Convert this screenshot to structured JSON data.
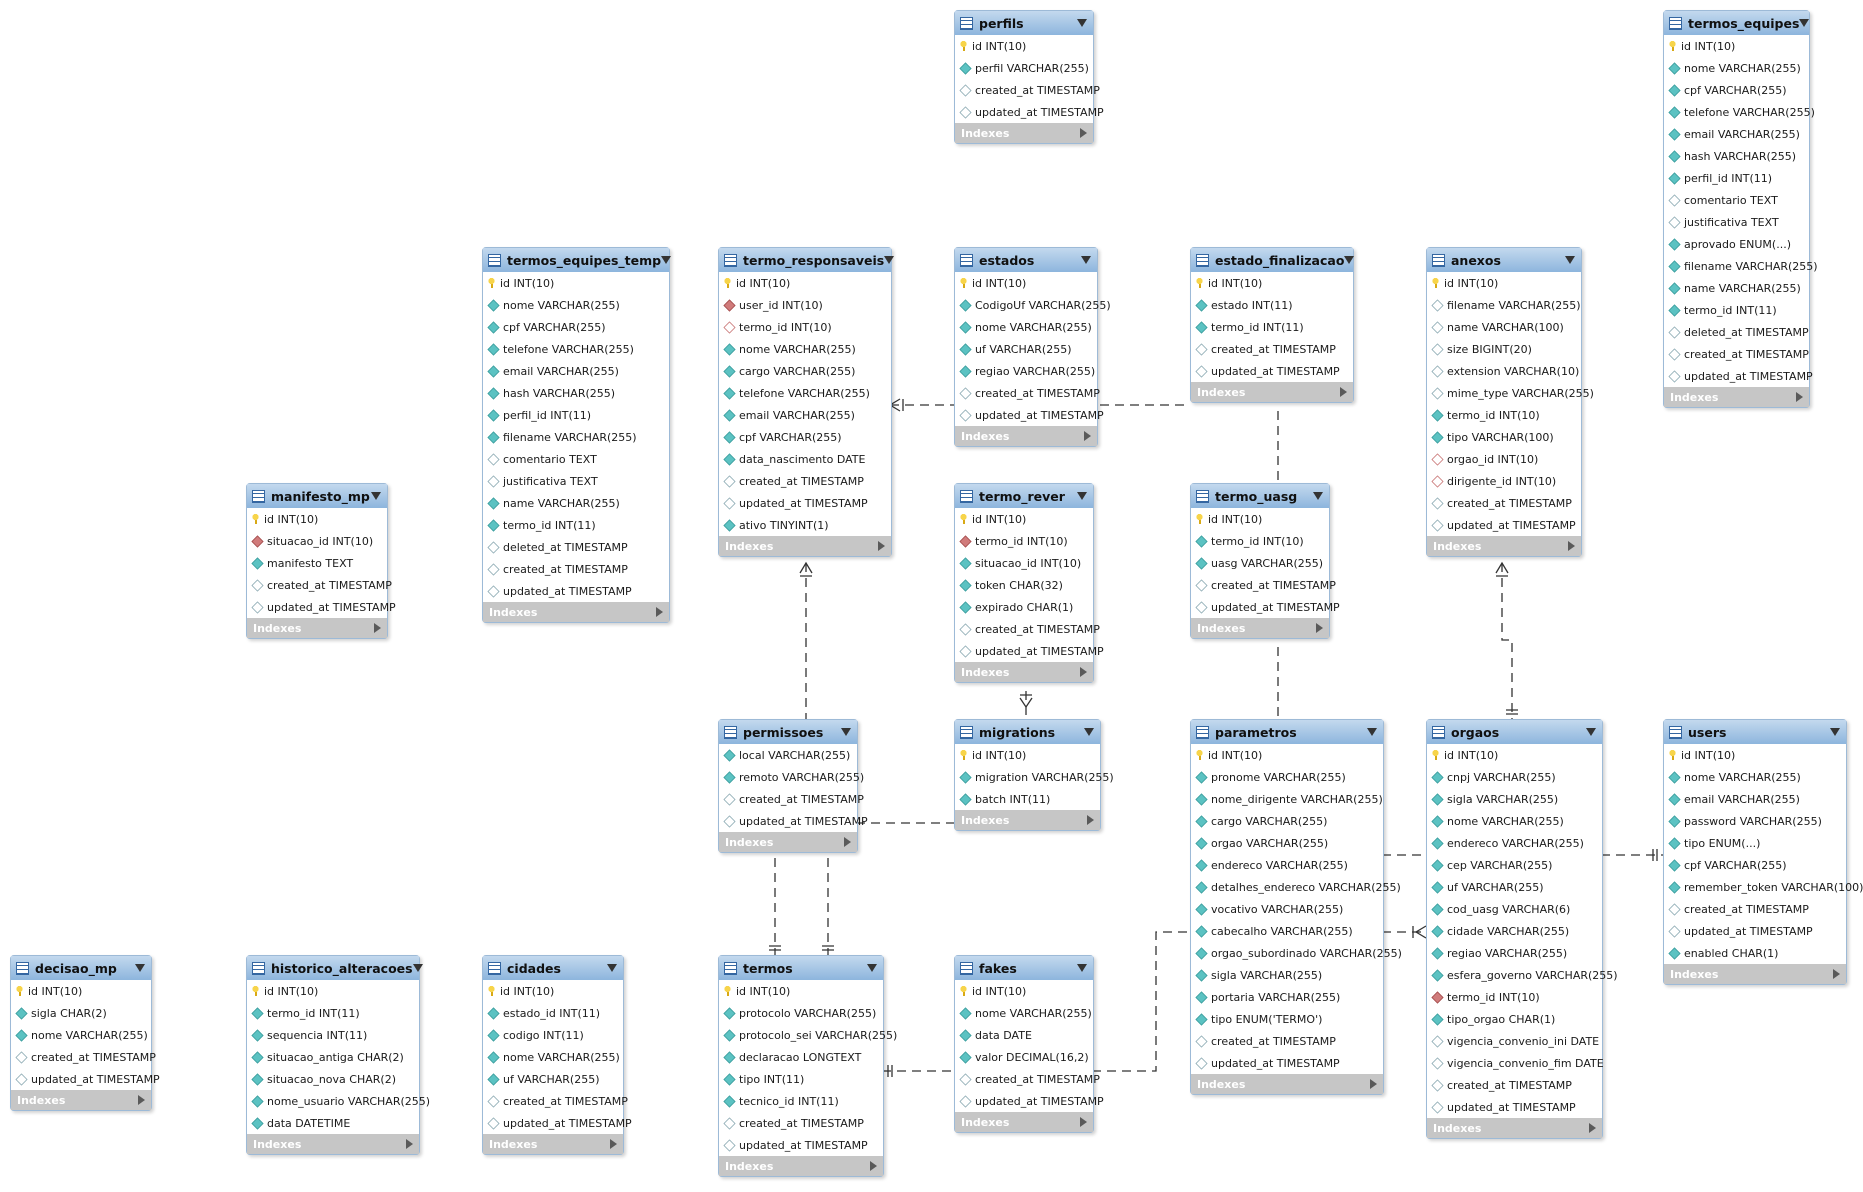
{
  "footer_label": "Indexes",
  "tables": [
    {
      "id": "perfils",
      "name": "perfils",
      "columns": [
        {
          "t": "pk",
          "text": "id INT(10)"
        },
        {
          "t": "nn",
          "text": "perfil VARCHAR(255)"
        },
        {
          "t": "col",
          "text": "created_at TIMESTAMP"
        },
        {
          "t": "col",
          "text": "updated_at TIMESTAMP"
        }
      ]
    },
    {
      "id": "termos_equipes",
      "name": "termos_equipes",
      "columns": [
        {
          "t": "pk",
          "text": "id INT(10)"
        },
        {
          "t": "nn",
          "text": "nome VARCHAR(255)"
        },
        {
          "t": "nn",
          "text": "cpf VARCHAR(255)"
        },
        {
          "t": "nn",
          "text": "telefone VARCHAR(255)"
        },
        {
          "t": "nn",
          "text": "email VARCHAR(255)"
        },
        {
          "t": "nn",
          "text": "hash VARCHAR(255)"
        },
        {
          "t": "nn",
          "text": "perfil_id INT(11)"
        },
        {
          "t": "col",
          "text": "comentario TEXT"
        },
        {
          "t": "col",
          "text": "justificativa TEXT"
        },
        {
          "t": "nn",
          "text": "aprovado ENUM(...)"
        },
        {
          "t": "nn",
          "text": "filename VARCHAR(255)"
        },
        {
          "t": "nn",
          "text": "name VARCHAR(255)"
        },
        {
          "t": "nn",
          "text": "termo_id INT(11)"
        },
        {
          "t": "col",
          "text": "deleted_at TIMESTAMP"
        },
        {
          "t": "col",
          "text": "created_at TIMESTAMP"
        },
        {
          "t": "col",
          "text": "updated_at TIMESTAMP"
        }
      ]
    },
    {
      "id": "termos_equipes_temp",
      "name": "termos_equipes_temp",
      "columns": [
        {
          "t": "pk",
          "text": "id INT(10)"
        },
        {
          "t": "nn",
          "text": "nome VARCHAR(255)"
        },
        {
          "t": "nn",
          "text": "cpf VARCHAR(255)"
        },
        {
          "t": "nn",
          "text": "telefone VARCHAR(255)"
        },
        {
          "t": "nn",
          "text": "email VARCHAR(255)"
        },
        {
          "t": "nn",
          "text": "hash VARCHAR(255)"
        },
        {
          "t": "nn",
          "text": "perfil_id INT(11)"
        },
        {
          "t": "nn",
          "text": "filename VARCHAR(255)"
        },
        {
          "t": "col",
          "text": "comentario TEXT"
        },
        {
          "t": "col",
          "text": "justificativa TEXT"
        },
        {
          "t": "nn",
          "text": "name VARCHAR(255)"
        },
        {
          "t": "nn",
          "text": "termo_id INT(11)"
        },
        {
          "t": "col",
          "text": "deleted_at TIMESTAMP"
        },
        {
          "t": "col",
          "text": "created_at TIMESTAMP"
        },
        {
          "t": "col",
          "text": "updated_at TIMESTAMP"
        }
      ]
    },
    {
      "id": "termo_responsaveis",
      "name": "termo_responsaveis",
      "columns": [
        {
          "t": "pk",
          "text": "id INT(10)"
        },
        {
          "t": "fknn",
          "text": "user_id INT(10)"
        },
        {
          "t": "fk",
          "text": "termo_id INT(10)"
        },
        {
          "t": "nn",
          "text": "nome VARCHAR(255)"
        },
        {
          "t": "nn",
          "text": "cargo VARCHAR(255)"
        },
        {
          "t": "nn",
          "text": "telefone VARCHAR(255)"
        },
        {
          "t": "nn",
          "text": "email VARCHAR(255)"
        },
        {
          "t": "nn",
          "text": "cpf VARCHAR(255)"
        },
        {
          "t": "nn",
          "text": "data_nascimento DATE"
        },
        {
          "t": "col",
          "text": "created_at TIMESTAMP"
        },
        {
          "t": "col",
          "text": "updated_at TIMESTAMP"
        },
        {
          "t": "nn",
          "text": "ativo TINYINT(1)"
        }
      ]
    },
    {
      "id": "estados",
      "name": "estados",
      "columns": [
        {
          "t": "pk",
          "text": "id INT(10)"
        },
        {
          "t": "nn",
          "text": "CodigoUf VARCHAR(255)"
        },
        {
          "t": "nn",
          "text": "nome VARCHAR(255)"
        },
        {
          "t": "nn",
          "text": "uf VARCHAR(255)"
        },
        {
          "t": "nn",
          "text": "regiao VARCHAR(255)"
        },
        {
          "t": "col",
          "text": "created_at TIMESTAMP"
        },
        {
          "t": "col",
          "text": "updated_at TIMESTAMP"
        }
      ]
    },
    {
      "id": "estado_finalizacao",
      "name": "estado_finalizacao",
      "columns": [
        {
          "t": "pk",
          "text": "id INT(10)"
        },
        {
          "t": "nn",
          "text": "estado INT(11)"
        },
        {
          "t": "nn",
          "text": "termo_id INT(11)"
        },
        {
          "t": "col",
          "text": "created_at TIMESTAMP"
        },
        {
          "t": "col",
          "text": "updated_at TIMESTAMP"
        }
      ]
    },
    {
      "id": "anexos",
      "name": "anexos",
      "columns": [
        {
          "t": "pk",
          "text": "id INT(10)"
        },
        {
          "t": "col",
          "text": "filename VARCHAR(255)"
        },
        {
          "t": "col",
          "text": "name VARCHAR(100)"
        },
        {
          "t": "col",
          "text": "size BIGINT(20)"
        },
        {
          "t": "col",
          "text": "extension VARCHAR(10)"
        },
        {
          "t": "col",
          "text": "mime_type VARCHAR(255)"
        },
        {
          "t": "nn",
          "text": "termo_id INT(10)"
        },
        {
          "t": "nn",
          "text": "tipo VARCHAR(100)"
        },
        {
          "t": "fk",
          "text": "orgao_id INT(10)"
        },
        {
          "t": "fk",
          "text": "dirigente_id INT(10)"
        },
        {
          "t": "col",
          "text": "created_at TIMESTAMP"
        },
        {
          "t": "col",
          "text": "updated_at TIMESTAMP"
        }
      ]
    },
    {
      "id": "manifesto_mp",
      "name": "manifesto_mp",
      "columns": [
        {
          "t": "pk",
          "text": "id INT(10)"
        },
        {
          "t": "fknn",
          "text": "situacao_id INT(10)"
        },
        {
          "t": "nn",
          "text": "manifesto TEXT"
        },
        {
          "t": "col",
          "text": "created_at TIMESTAMP"
        },
        {
          "t": "col",
          "text": "updated_at TIMESTAMP"
        }
      ]
    },
    {
      "id": "termo_rever",
      "name": "termo_rever",
      "columns": [
        {
          "t": "pk",
          "text": "id INT(10)"
        },
        {
          "t": "fknn",
          "text": "termo_id INT(10)"
        },
        {
          "t": "nn",
          "text": "situacao_id INT(10)"
        },
        {
          "t": "nn",
          "text": "token CHAR(32)"
        },
        {
          "t": "nn",
          "text": "expirado CHAR(1)"
        },
        {
          "t": "col",
          "text": "created_at TIMESTAMP"
        },
        {
          "t": "col",
          "text": "updated_at TIMESTAMP"
        }
      ]
    },
    {
      "id": "termo_uasg",
      "name": "termo_uasg",
      "columns": [
        {
          "t": "pk",
          "text": "id INT(10)"
        },
        {
          "t": "nn",
          "text": "termo_id INT(10)"
        },
        {
          "t": "nn",
          "text": "uasg VARCHAR(255)"
        },
        {
          "t": "col",
          "text": "created_at TIMESTAMP"
        },
        {
          "t": "col",
          "text": "updated_at TIMESTAMP"
        }
      ]
    },
    {
      "id": "permissoes",
      "name": "permissoes",
      "columns": [
        {
          "t": "nn",
          "text": "local VARCHAR(255)"
        },
        {
          "t": "nn",
          "text": "remoto VARCHAR(255)"
        },
        {
          "t": "col",
          "text": "created_at TIMESTAMP"
        },
        {
          "t": "col",
          "text": "updated_at TIMESTAMP"
        }
      ]
    },
    {
      "id": "migrations",
      "name": "migrations",
      "columns": [
        {
          "t": "pk",
          "text": "id INT(10)"
        },
        {
          "t": "nn",
          "text": "migration VARCHAR(255)"
        },
        {
          "t": "nn",
          "text": "batch INT(11)"
        }
      ]
    },
    {
      "id": "parametros",
      "name": "parametros",
      "columns": [
        {
          "t": "pk",
          "text": "id INT(10)"
        },
        {
          "t": "nn",
          "text": "pronome VARCHAR(255)"
        },
        {
          "t": "nn",
          "text": "nome_dirigente VARCHAR(255)"
        },
        {
          "t": "nn",
          "text": "cargo VARCHAR(255)"
        },
        {
          "t": "nn",
          "text": "orgao VARCHAR(255)"
        },
        {
          "t": "nn",
          "text": "endereco VARCHAR(255)"
        },
        {
          "t": "nn",
          "text": "detalhes_endereco VARCHAR(255)"
        },
        {
          "t": "nn",
          "text": "vocativo VARCHAR(255)"
        },
        {
          "t": "nn",
          "text": "cabecalho VARCHAR(255)"
        },
        {
          "t": "nn",
          "text": "orgao_subordinado VARCHAR(255)"
        },
        {
          "t": "nn",
          "text": "sigla VARCHAR(255)"
        },
        {
          "t": "nn",
          "text": "portaria VARCHAR(255)"
        },
        {
          "t": "nn",
          "text": "tipo ENUM('TERMO')"
        },
        {
          "t": "col",
          "text": "created_at TIMESTAMP"
        },
        {
          "t": "col",
          "text": "updated_at TIMESTAMP"
        }
      ]
    },
    {
      "id": "orgaos",
      "name": "orgaos",
      "columns": [
        {
          "t": "pk",
          "text": "id INT(10)"
        },
        {
          "t": "nn",
          "text": "cnpj VARCHAR(255)"
        },
        {
          "t": "nn",
          "text": "sigla VARCHAR(255)"
        },
        {
          "t": "nn",
          "text": "nome VARCHAR(255)"
        },
        {
          "t": "nn",
          "text": "endereco VARCHAR(255)"
        },
        {
          "t": "nn",
          "text": "cep VARCHAR(255)"
        },
        {
          "t": "nn",
          "text": "uf VARCHAR(255)"
        },
        {
          "t": "nn",
          "text": "cod_uasg VARCHAR(6)"
        },
        {
          "t": "nn",
          "text": "cidade VARCHAR(255)"
        },
        {
          "t": "nn",
          "text": "regiao VARCHAR(255)"
        },
        {
          "t": "nn",
          "text": "esfera_governo VARCHAR(255)"
        },
        {
          "t": "fknn",
          "text": "termo_id INT(10)"
        },
        {
          "t": "nn",
          "text": "tipo_orgao CHAR(1)"
        },
        {
          "t": "col",
          "text": "vigencia_convenio_ini DATE"
        },
        {
          "t": "col",
          "text": "vigencia_convenio_fim DATE"
        },
        {
          "t": "col",
          "text": "created_at TIMESTAMP"
        },
        {
          "t": "col",
          "text": "updated_at TIMESTAMP"
        }
      ]
    },
    {
      "id": "users",
      "name": "users",
      "columns": [
        {
          "t": "pk",
          "text": "id INT(10)"
        },
        {
          "t": "nn",
          "text": "nome VARCHAR(255)"
        },
        {
          "t": "nn",
          "text": "email VARCHAR(255)"
        },
        {
          "t": "nn",
          "text": "password VARCHAR(255)"
        },
        {
          "t": "nn",
          "text": "tipo ENUM(...)"
        },
        {
          "t": "nn",
          "text": "cpf VARCHAR(255)"
        },
        {
          "t": "nn",
          "text": "remember_token VARCHAR(100)"
        },
        {
          "t": "col",
          "text": "created_at TIMESTAMP"
        },
        {
          "t": "col",
          "text": "updated_at TIMESTAMP"
        },
        {
          "t": "nn",
          "text": "enabled CHAR(1)"
        }
      ]
    },
    {
      "id": "decisao_mp",
      "name": "decisao_mp",
      "columns": [
        {
          "t": "pk",
          "text": "id INT(10)"
        },
        {
          "t": "nn",
          "text": "sigla CHAR(2)"
        },
        {
          "t": "nn",
          "text": "nome VARCHAR(255)"
        },
        {
          "t": "col",
          "text": "created_at TIMESTAMP"
        },
        {
          "t": "col",
          "text": "updated_at TIMESTAMP"
        }
      ]
    },
    {
      "id": "historico_alteracoes",
      "name": "historico_alteracoes",
      "columns": [
        {
          "t": "pk",
          "text": "id INT(10)"
        },
        {
          "t": "nn",
          "text": "termo_id INT(11)"
        },
        {
          "t": "nn",
          "text": "sequencia INT(11)"
        },
        {
          "t": "nn",
          "text": "situacao_antiga CHAR(2)"
        },
        {
          "t": "nn",
          "text": "situacao_nova CHAR(2)"
        },
        {
          "t": "nn",
          "text": "nome_usuario VARCHAR(255)"
        },
        {
          "t": "nn",
          "text": "data DATETIME"
        }
      ]
    },
    {
      "id": "cidades",
      "name": "cidades",
      "columns": [
        {
          "t": "pk",
          "text": "id INT(10)"
        },
        {
          "t": "nn",
          "text": "estado_id INT(11)"
        },
        {
          "t": "nn",
          "text": "codigo INT(11)"
        },
        {
          "t": "nn",
          "text": "nome VARCHAR(255)"
        },
        {
          "t": "nn",
          "text": "uf VARCHAR(255)"
        },
        {
          "t": "col",
          "text": "created_at TIMESTAMP"
        },
        {
          "t": "col",
          "text": "updated_at TIMESTAMP"
        }
      ]
    },
    {
      "id": "termos",
      "name": "termos",
      "columns": [
        {
          "t": "pk",
          "text": "id INT(10)"
        },
        {
          "t": "nn",
          "text": "protocolo VARCHAR(255)"
        },
        {
          "t": "nn",
          "text": "protocolo_sei VARCHAR(255)"
        },
        {
          "t": "nn",
          "text": "declaracao LONGTEXT"
        },
        {
          "t": "nn",
          "text": "tipo INT(11)"
        },
        {
          "t": "nn",
          "text": "tecnico_id INT(11)"
        },
        {
          "t": "col",
          "text": "created_at TIMESTAMP"
        },
        {
          "t": "col",
          "text": "updated_at TIMESTAMP"
        }
      ]
    },
    {
      "id": "fakes",
      "name": "fakes",
      "columns": [
        {
          "t": "pk",
          "text": "id INT(10)"
        },
        {
          "t": "nn",
          "text": "nome VARCHAR(255)"
        },
        {
          "t": "nn",
          "text": "data DATE"
        },
        {
          "t": "nn",
          "text": "valor DECIMAL(16,2)"
        },
        {
          "t": "col",
          "text": "created_at TIMESTAMP"
        },
        {
          "t": "col",
          "text": "updated_at TIMESTAMP"
        }
      ]
    }
  ]
}
